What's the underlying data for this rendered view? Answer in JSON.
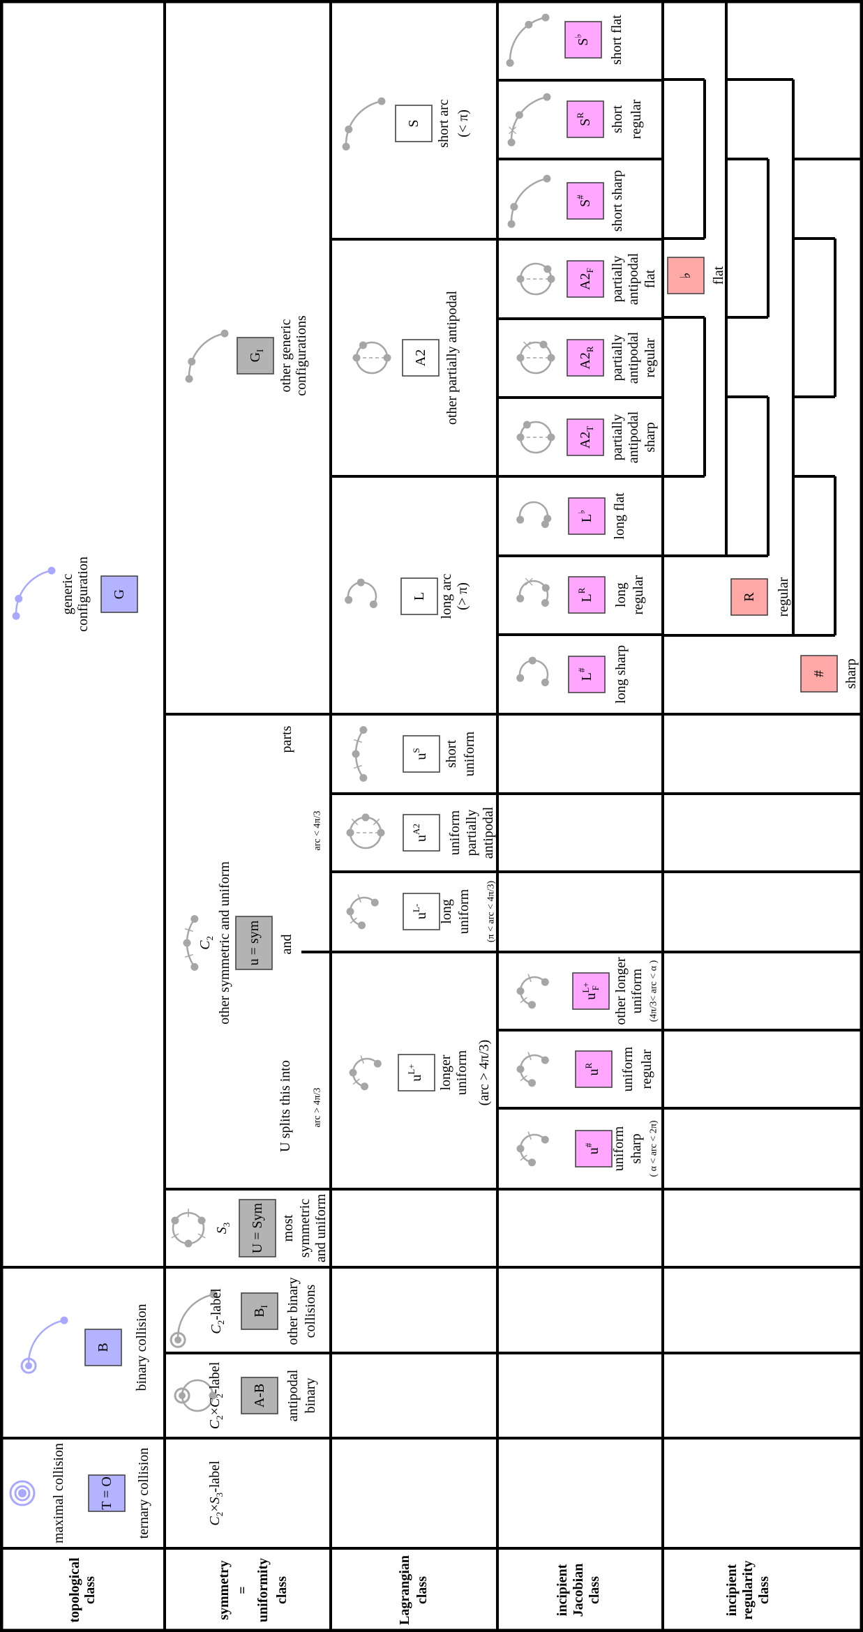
{
  "colors": {
    "topological_box": "#b3b3ff",
    "symmetry_box": "#b3b3b3",
    "lagrangian_box": "#ffffff",
    "jacobian_box": "#ffa6ff",
    "regularity_box": "#ffa8a8",
    "icon_blue": "#a8a8ff",
    "icon_gray": "#a6a6a6",
    "grid": "#000000"
  },
  "rows": {
    "topological": {
      "header": [
        "topological",
        "class"
      ],
      "cells": {
        "T": {
          "icon": "ternary-collision-icon",
          "pre": [
            "maximal collision"
          ],
          "box": {
            "main": "T = O"
          },
          "lines": [
            "ternary collision"
          ]
        },
        "B": {
          "icon": "binary-collision-icon",
          "box": {
            "main": "B"
          },
          "lines": [
            "binary collision"
          ]
        },
        "G": {
          "icon": "generic-arc-icon",
          "pre": [
            "generic",
            "configuration"
          ],
          "box": {
            "main": "G"
          }
        }
      }
    },
    "symmetry": {
      "header": [
        "symmetry",
        "=",
        "uniformity",
        "class"
      ],
      "cells": {
        "C2S3": {
          "pre": [
            [
              [
                "C",
                "it"
              ],
              [
                "2",
                "sub"
              ],
              [
                "×",
                ""
              ],
              [
                "S",
                "it"
              ],
              [
                "3",
                "sub"
              ],
              [
                "-label",
                ""
              ]
            ]
          ]
        },
        "AB": {
          "icon": "antipodal-binary-icon",
          "pre": [
            [
              [
                "C",
                "it"
              ],
              [
                "2",
                "sub"
              ],
              [
                "×",
                ""
              ],
              [
                "C",
                "it"
              ],
              [
                "2",
                "sub"
              ],
              [
                "-label",
                ""
              ]
            ]
          ],
          "box": {
            "main": "A-B"
          },
          "lines": [
            "antipodal",
            "binary"
          ]
        },
        "B1": {
          "icon": "binary-collision-icon",
          "pre": [
            [
              [
                "C",
                "it"
              ],
              [
                "2",
                "sub"
              ],
              [
                "-label",
                ""
              ]
            ]
          ],
          "box": {
            "main": "B",
            "sub": "I"
          },
          "lines": [
            "other binary",
            "collisions"
          ]
        },
        "S3": {
          "icon": "s3-circle-icon",
          "pre": [
            [
              [
                "S",
                "it"
              ],
              [
                "3",
                "sub"
              ]
            ]
          ],
          "box": {
            "main": "U = Sym"
          },
          "lines": [
            "most",
            "symmetric",
            "and uniform"
          ]
        },
        "C2": {
          "icon": "c2-arc-icon",
          "pre": [
            [
              [
                "C",
                "it"
              ],
              [
                "2",
                "sub"
              ]
            ],
            "other symmetric and uniform"
          ],
          "box": {
            "main": "u = sym"
          },
          "notes": {
            "and": "and",
            "splits": "U splits this into",
            "arc_gt": "arc > 4π/3",
            "arc_lt": "arc < 4π/3",
            "parts": "parts"
          }
        },
        "G1": {
          "icon": "short-arc-icon",
          "box": {
            "main": "G",
            "sub": "I"
          },
          "lines": [
            "other generic",
            "configurations"
          ]
        }
      }
    },
    "lagrangian": {
      "header": [
        "Lagrangian",
        "class"
      ],
      "cells": {
        "uLp": {
          "icon": "uniform-long-icon",
          "box": {
            "main": "u",
            "sup": "L+"
          },
          "lines": [
            "longer",
            "uniform",
            "(arc > 4π/3)"
          ]
        },
        "uLm": {
          "icon": "uniform-long-icon",
          "box": {
            "main": "u",
            "sup": "L-"
          },
          "lines": [
            "long",
            "uniform",
            "(π < arc < 4π/3)"
          ]
        },
        "uA2": {
          "icon": "uniform-antipodal-icon",
          "box": {
            "main": "u",
            "sup": "A2"
          },
          "lines": [
            "uniform",
            "partially",
            "antipodal"
          ]
        },
        "uS": {
          "icon": "uniform-short-icon",
          "box": {
            "main": "u",
            "sup": "S"
          },
          "lines": [
            "short",
            "uniform"
          ]
        },
        "L": {
          "icon": "long-arc-icon",
          "box": {
            "main": "L"
          },
          "lines": [
            "long arc",
            "(> π)"
          ]
        },
        "A2": {
          "icon": "partially-antipodal-icon",
          "box": {
            "main": "A2"
          },
          "lines": [
            "other partially antipodal"
          ]
        },
        "S": {
          "icon": "short-arc-icon",
          "box": {
            "main": "S"
          },
          "lines": [
            "short arc",
            "(< π)"
          ]
        }
      }
    },
    "jacobian": {
      "header": [
        "incipient",
        "Jacobian",
        "class"
      ],
      "cells": {
        "uSharp": {
          "icon": "uniform-long-icon",
          "box": {
            "main": "u",
            "sup": "#"
          },
          "lines": [
            "uniform",
            "sharp",
            "( α < arc < 2π)"
          ]
        },
        "uR": {
          "icon": "uniform-long-icon",
          "box": {
            "main": "u",
            "sup": "R"
          },
          "lines": [
            "uniform",
            "regular"
          ]
        },
        "uLF": {
          "icon": "uniform-long-icon",
          "box": {
            "main": "u",
            "sup": "L+",
            "sub": "F"
          },
          "lines": [
            "other longer",
            "uniform",
            "(4π/3< arc < α )"
          ]
        },
        "LSharp": {
          "icon": "long-arc-icon",
          "box": {
            "main": "L",
            "sup": "#"
          },
          "lines": [
            "long sharp"
          ]
        },
        "LR": {
          "icon": "long-arc-regular-icon",
          "box": {
            "main": "L",
            "sup": "R"
          },
          "lines": [
            "long",
            "regular"
          ]
        },
        "LFlat": {
          "icon": "long-arc-flat-icon",
          "box": {
            "main": "L",
            "sup": "♭"
          },
          "lines": [
            "long flat"
          ]
        },
        "A2T": {
          "icon": "partially-antipodal-icon",
          "box": {
            "main": "A2",
            "sub": "T"
          },
          "lines": [
            "partially",
            "antipodal",
            "sharp"
          ]
        },
        "A2R": {
          "icon": "partially-antipodal-regular-icon",
          "box": {
            "main": "A2",
            "sub": "R"
          },
          "lines": [
            "partially",
            "antipodal",
            "regular"
          ]
        },
        "A2F": {
          "icon": "partially-antipodal-flat-icon",
          "box": {
            "main": "A2",
            "sub": "F"
          },
          "lines": [
            "partially",
            "antipodal",
            "flat"
          ]
        },
        "SSharp": {
          "icon": "short-arc-icon",
          "box": {
            "main": "S",
            "sup": "#"
          },
          "lines": [
            "short sharp"
          ]
        },
        "SR": {
          "icon": "short-arc-regular-icon",
          "box": {
            "main": "S",
            "sup": "R"
          },
          "lines": [
            "short",
            "regular"
          ]
        },
        "SFlat": {
          "icon": "short-arc-flat-icon",
          "box": {
            "main": "S",
            "sup": "♭"
          },
          "lines": [
            "short flat"
          ]
        }
      }
    },
    "regularity": {
      "header": [
        "incipient",
        "regularity",
        "class"
      ],
      "cells": {
        "flat": {
          "box": {
            "main": "♭"
          },
          "lines": [
            "flat"
          ]
        },
        "regular": {
          "box": {
            "main": "R"
          },
          "lines": [
            "regular"
          ]
        },
        "sharp": {
          "box": {
            "main": "#"
          },
          "lines": [
            "sharp"
          ]
        }
      }
    }
  }
}
